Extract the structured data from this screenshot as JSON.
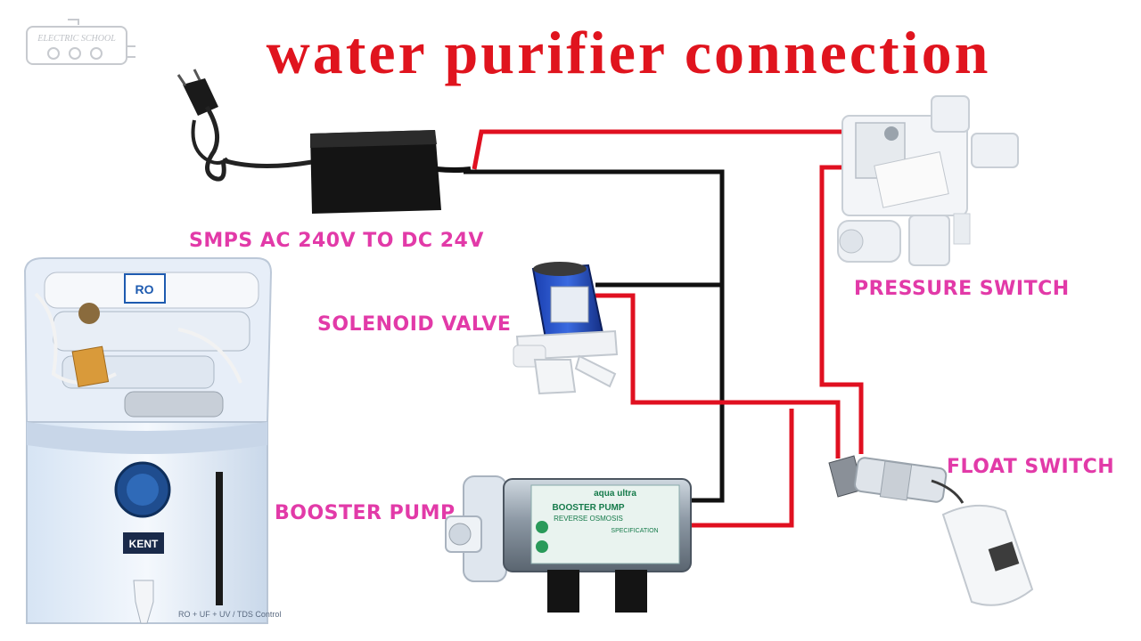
{
  "title": "water purifier connection",
  "logo": {
    "text": "ELECTRIC SCHOOL"
  },
  "labels": {
    "smps": "SMPS AC 240V TO DC 24V",
    "solenoid": "SOLENOID VALVE",
    "pressure": "PRESSURE SWITCH",
    "float": "FLOAT SWITCH",
    "booster": "BOOSTER PUMP"
  },
  "device_text": {
    "ro_badge": "RO",
    "purifier_brand": "KENT",
    "purifier_footer": "RO + UF + UV / TDS Control",
    "pump_brand": "aqua ultra",
    "pump_model": "BOOSTER PUMP",
    "pump_sub": "REVERSE OSMOSIS",
    "pump_spec": "SPECIFICATION"
  },
  "colors": {
    "title": "#e0141e",
    "label": "#e23aa8",
    "wire_red": "#e01020",
    "wire_black": "#111111"
  }
}
